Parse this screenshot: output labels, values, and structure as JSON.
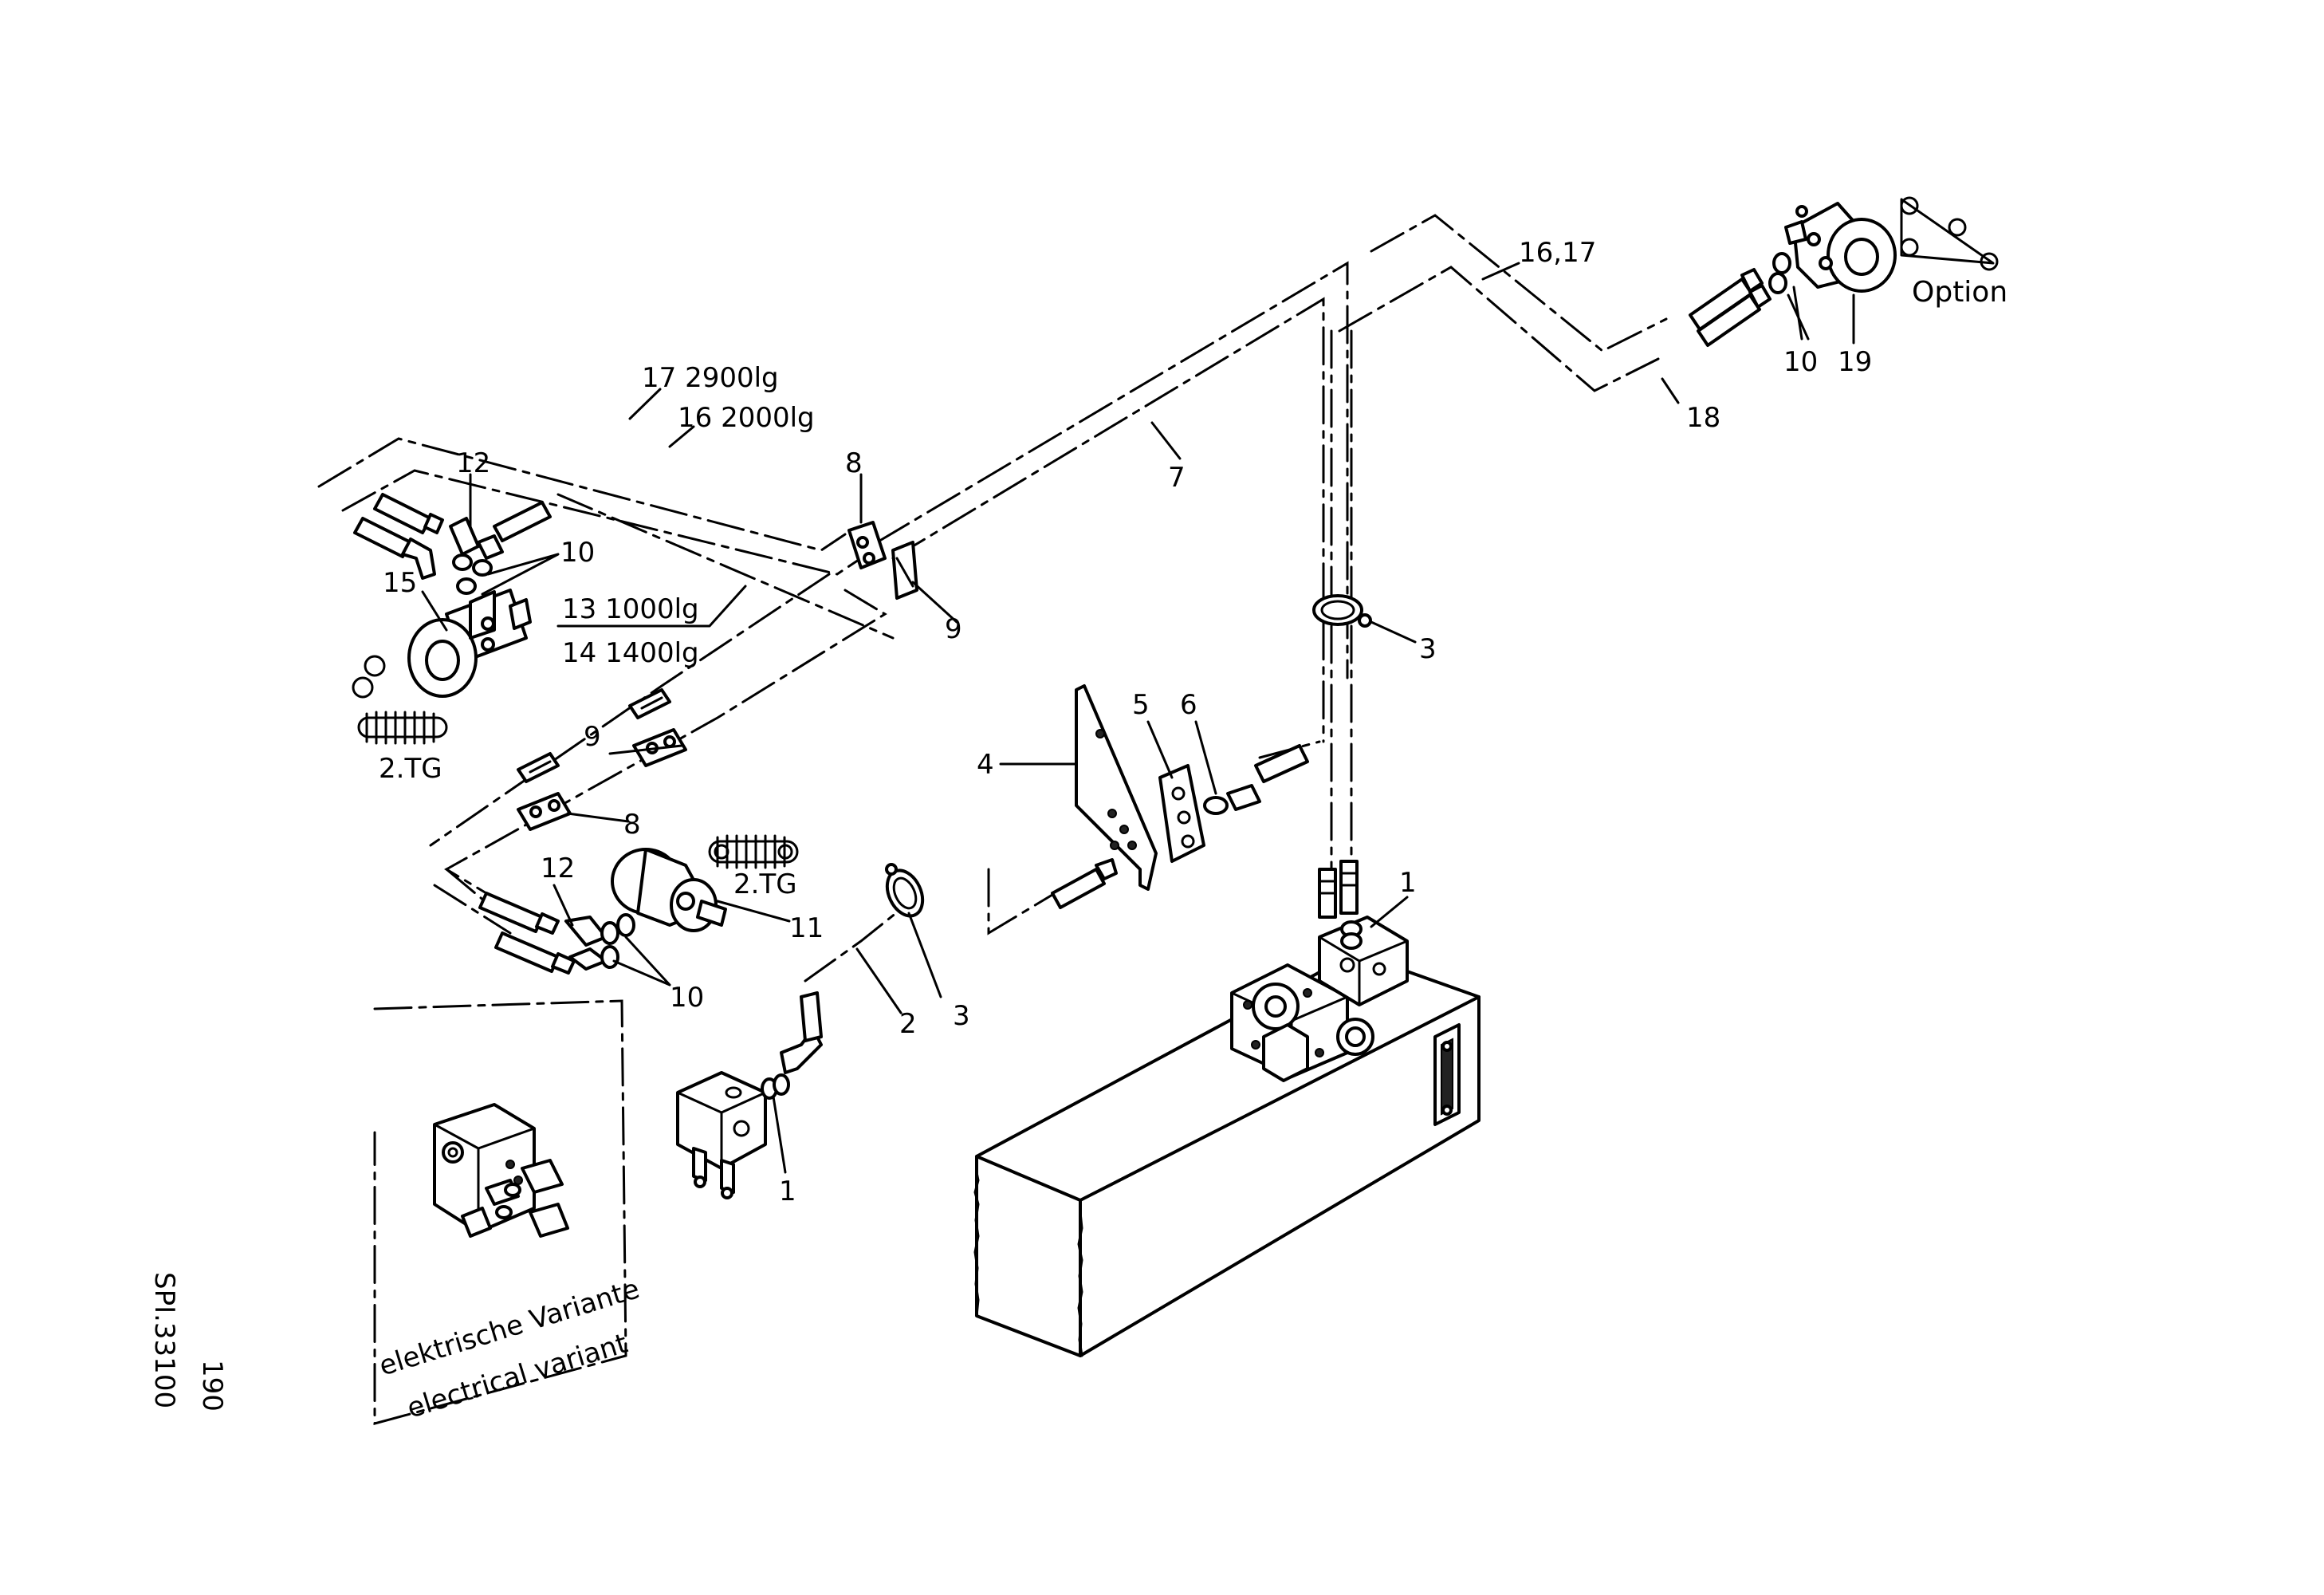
{
  "labels": {
    "p1a": "1",
    "p1b": "1",
    "p2": "2",
    "p3a": "3",
    "p3b": "3",
    "p4": "4",
    "p5": "5",
    "p6": "6",
    "p7": "7",
    "p8a": "8",
    "p8b": "8",
    "p9a": "9",
    "p9b": "9",
    "p10a": "10",
    "p10b": "10",
    "p10c": "10",
    "p11": "11",
    "p12a": "12",
    "p12b": "12",
    "p13": "13  1000lg",
    "p14": "14  1400lg",
    "p15": "15",
    "p16": "16  2000lg",
    "p17": "17  2900lg",
    "p1617": "16,17",
    "p18": "18",
    "p19": "19",
    "tg_a": "2.TG",
    "tg_b": "2.TG",
    "option": "Option",
    "variant_de": "elektrische Variante",
    "variant_en": "electrical variant",
    "drawing_page": "190",
    "drawing_id": "SPI.33100"
  }
}
